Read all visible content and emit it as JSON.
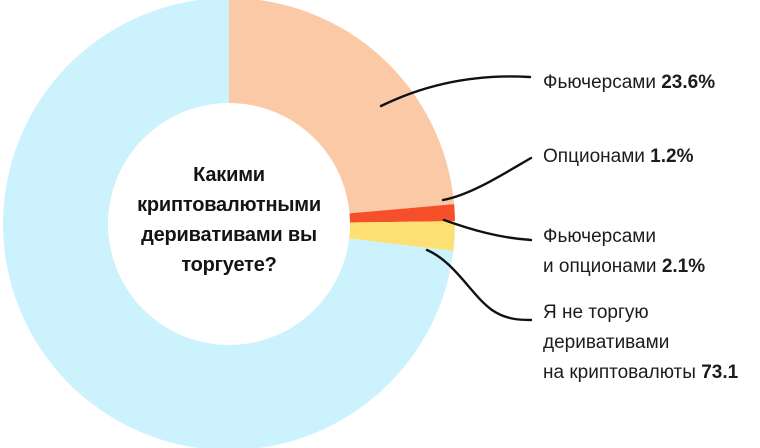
{
  "chart_data": {
    "type": "pie",
    "variant": "donut",
    "title": "Какими криптовалютными деривативами вы торгуете?",
    "title_lines": [
      "Какими",
      "криптовалютными",
      "деривативами вы",
      "торгуете?"
    ],
    "unit": "%",
    "legend_position": "right-callouts",
    "start_angle": 0,
    "direction": "clockwise",
    "categories": [
      "Фьючерсами",
      "Опционами",
      "Фьючерсами и опционами",
      "Я не торгую деривативами на криптовалюты"
    ],
    "values": [
      23.6,
      1.2,
      2.1,
      73.1
    ],
    "colors": [
      "#FBC9A5",
      "#F6502A",
      "#FDE074",
      "#CCF2FD"
    ],
    "slices": [
      {
        "name": "Фьючерсами",
        "value": 23.6,
        "value_label": "23.6%",
        "color": "#FBC9A5",
        "label_lines": [
          {
            "text": "Фьючерсами ",
            "bold": false
          },
          {
            "text": "23.6%",
            "bold": true
          }
        ]
      },
      {
        "name": "Опционами",
        "value": 1.2,
        "value_label": "1.2%",
        "color": "#F6502A",
        "label_lines": [
          {
            "text": "Опционами ",
            "bold": false
          },
          {
            "text": "1.2%",
            "bold": true
          }
        ]
      },
      {
        "name": "Фьючерсами и опционами",
        "value": 2.1,
        "value_label": "2.1%",
        "color": "#FDE074",
        "label_lines": [
          {
            "text": "Фьючерсами",
            "bold": false
          },
          {
            "text": "и опционами ",
            "bold": false
          },
          {
            "text": "2.1%",
            "bold": true
          }
        ]
      },
      {
        "name": "Я не торгую деривативами на криптовалюты",
        "value": 73.1,
        "value_label": "73.1",
        "color": "#CCF2FD",
        "label_lines": [
          {
            "text": "Я не торгую",
            "bold": false
          },
          {
            "text": "деривативами",
            "bold": false
          },
          {
            "text": "на криптовалюты ",
            "bold": false
          },
          {
            "text": "73.1",
            "bold": true
          }
        ]
      }
    ]
  },
  "center": {
    "line1": "Какими",
    "line2": "криптовалютными",
    "line3": "деривативами вы",
    "line4": "торгуете?"
  },
  "labels": {
    "futures": {
      "text": "Фьючерсами ",
      "pct": "23.6%"
    },
    "options": {
      "text": "Опционами ",
      "pct": "1.2%"
    },
    "both": {
      "line1": "Фьючерсами",
      "text": "и опционами ",
      "pct": "2.1%"
    },
    "none": {
      "line1": "Я не торгую",
      "line2": "деривативами",
      "text": "на криптовалюты ",
      "pct": "73.1"
    }
  },
  "colors": {
    "futures": "#FBC9A5",
    "options": "#F6502A",
    "both": "#FDE074",
    "none": "#CCF2FD",
    "leader_line": "#111111",
    "background": "#ffffff",
    "text": "#1c1c1c"
  }
}
